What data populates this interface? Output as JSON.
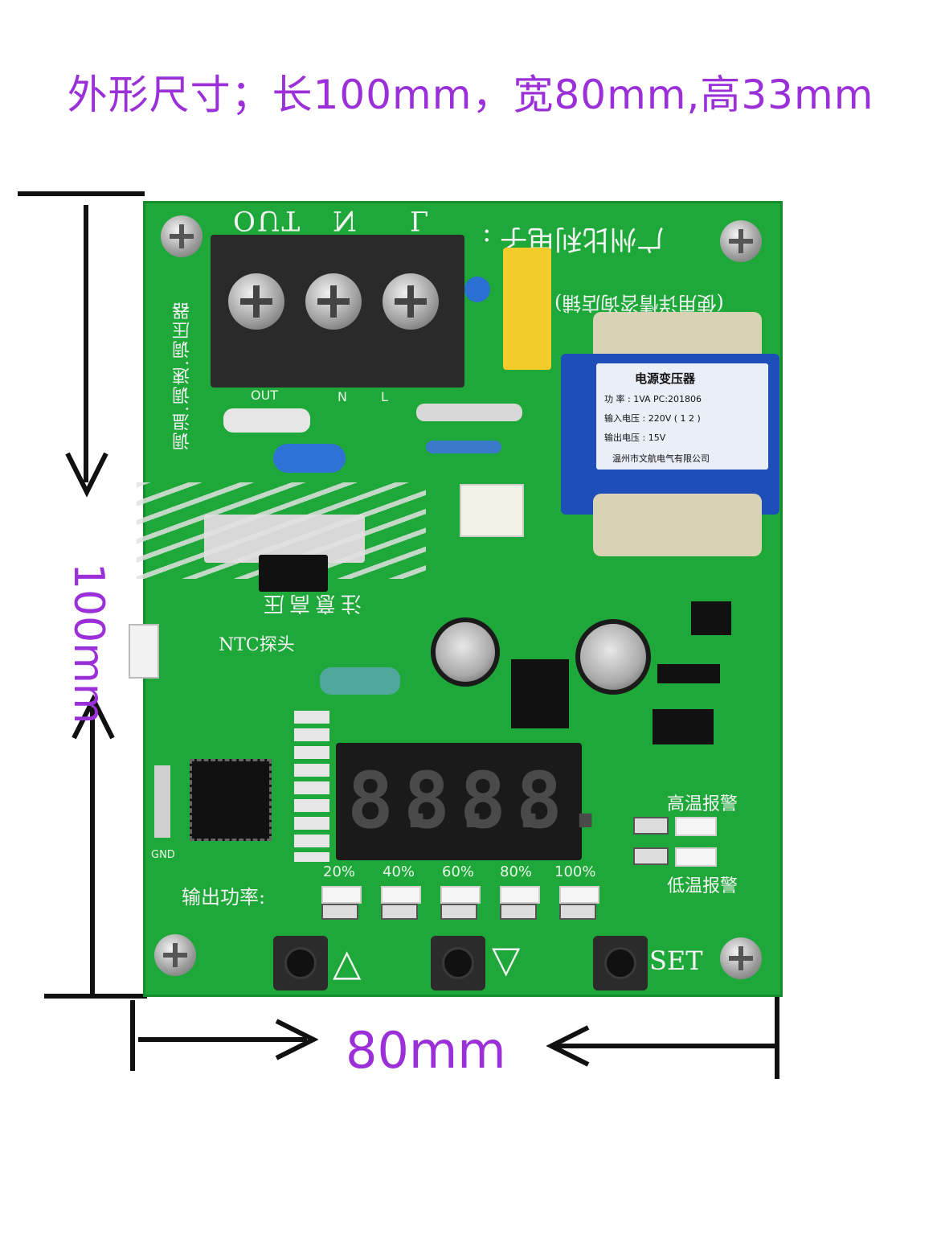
{
  "title": "外形尺寸；长100mm，宽80mm,高33mm",
  "dimensions": {
    "height_label": "100mm",
    "width_label": "80mm"
  },
  "board": {
    "terminal_labels": [
      "OUT",
      "N",
      "L"
    ],
    "terminal_sub_labels": [
      "OUT",
      "N",
      "L"
    ],
    "vendor_text_mirrored": "广州比利电子 :",
    "use_text_mirrored": "(使用详情咨询店铺)",
    "left_vertical_text": "调温.调速.调压器",
    "high_voltage_warning": "注意高压",
    "ntc_label": "NTC探头",
    "gnd_label": "GND",
    "transformer": {
      "title": "电源变压器",
      "line1": "功 率 : 1VA  PC:201806",
      "line2": "输入电压 : 220V ( 1 2 )",
      "line3": "输出电压 : 15V",
      "maker": "温州市文航电气有限公司"
    },
    "display_digits": [
      "8.",
      "8.",
      "8.",
      "8."
    ],
    "high_temp_alarm": "高温报警",
    "low_temp_alarm": "低温报警",
    "output_power_label": "输出功率:",
    "power_levels": [
      "20%",
      "40%",
      "60%",
      "80%",
      "100%"
    ],
    "set_label": "SET",
    "up_symbol": "△",
    "down_symbol": "▽"
  },
  "colors": {
    "pcb": "#1fa83a",
    "dimension_text": "#9b30d9",
    "transformer_label": "#1e4fb8"
  }
}
